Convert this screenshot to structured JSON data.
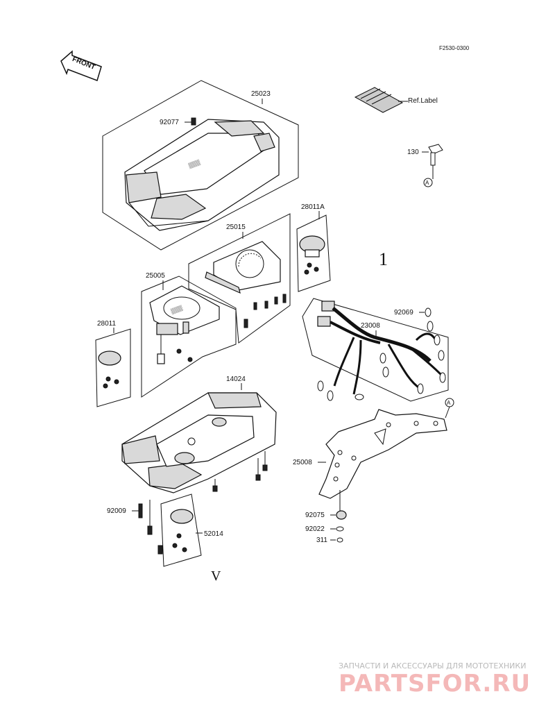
{
  "diagram": {
    "figure_code": "F2530-0300",
    "front_label": "FRONT",
    "ref_label": "Ref.Label",
    "marker_letter": "A",
    "page_marks": [
      "1",
      "V"
    ],
    "parts": {
      "cover_upper": "25023",
      "screw_top": "92077",
      "bolt_130": "130",
      "socket_right": "28011A",
      "meter_right": "25015",
      "meter_left": "25005",
      "socket_left": "28011",
      "grommet": "92069",
      "harness": "23008",
      "case_lower": "14024",
      "bracket": "25008",
      "screw_lower": "92009",
      "damper_set": "52014",
      "damper": "92075",
      "washer": "92022",
      "nut": "311"
    }
  },
  "watermark": {
    "tagline": "ЗАПЧАСТИ И АКСЕССУАРЫ ДЛЯ МОТОТЕХНИКИ",
    "brand": "PARTSFOR.RU"
  },
  "colors": {
    "line": "#111111",
    "watermark_text": "#b9b9b9",
    "watermark_brand": "#f4b8b8"
  }
}
